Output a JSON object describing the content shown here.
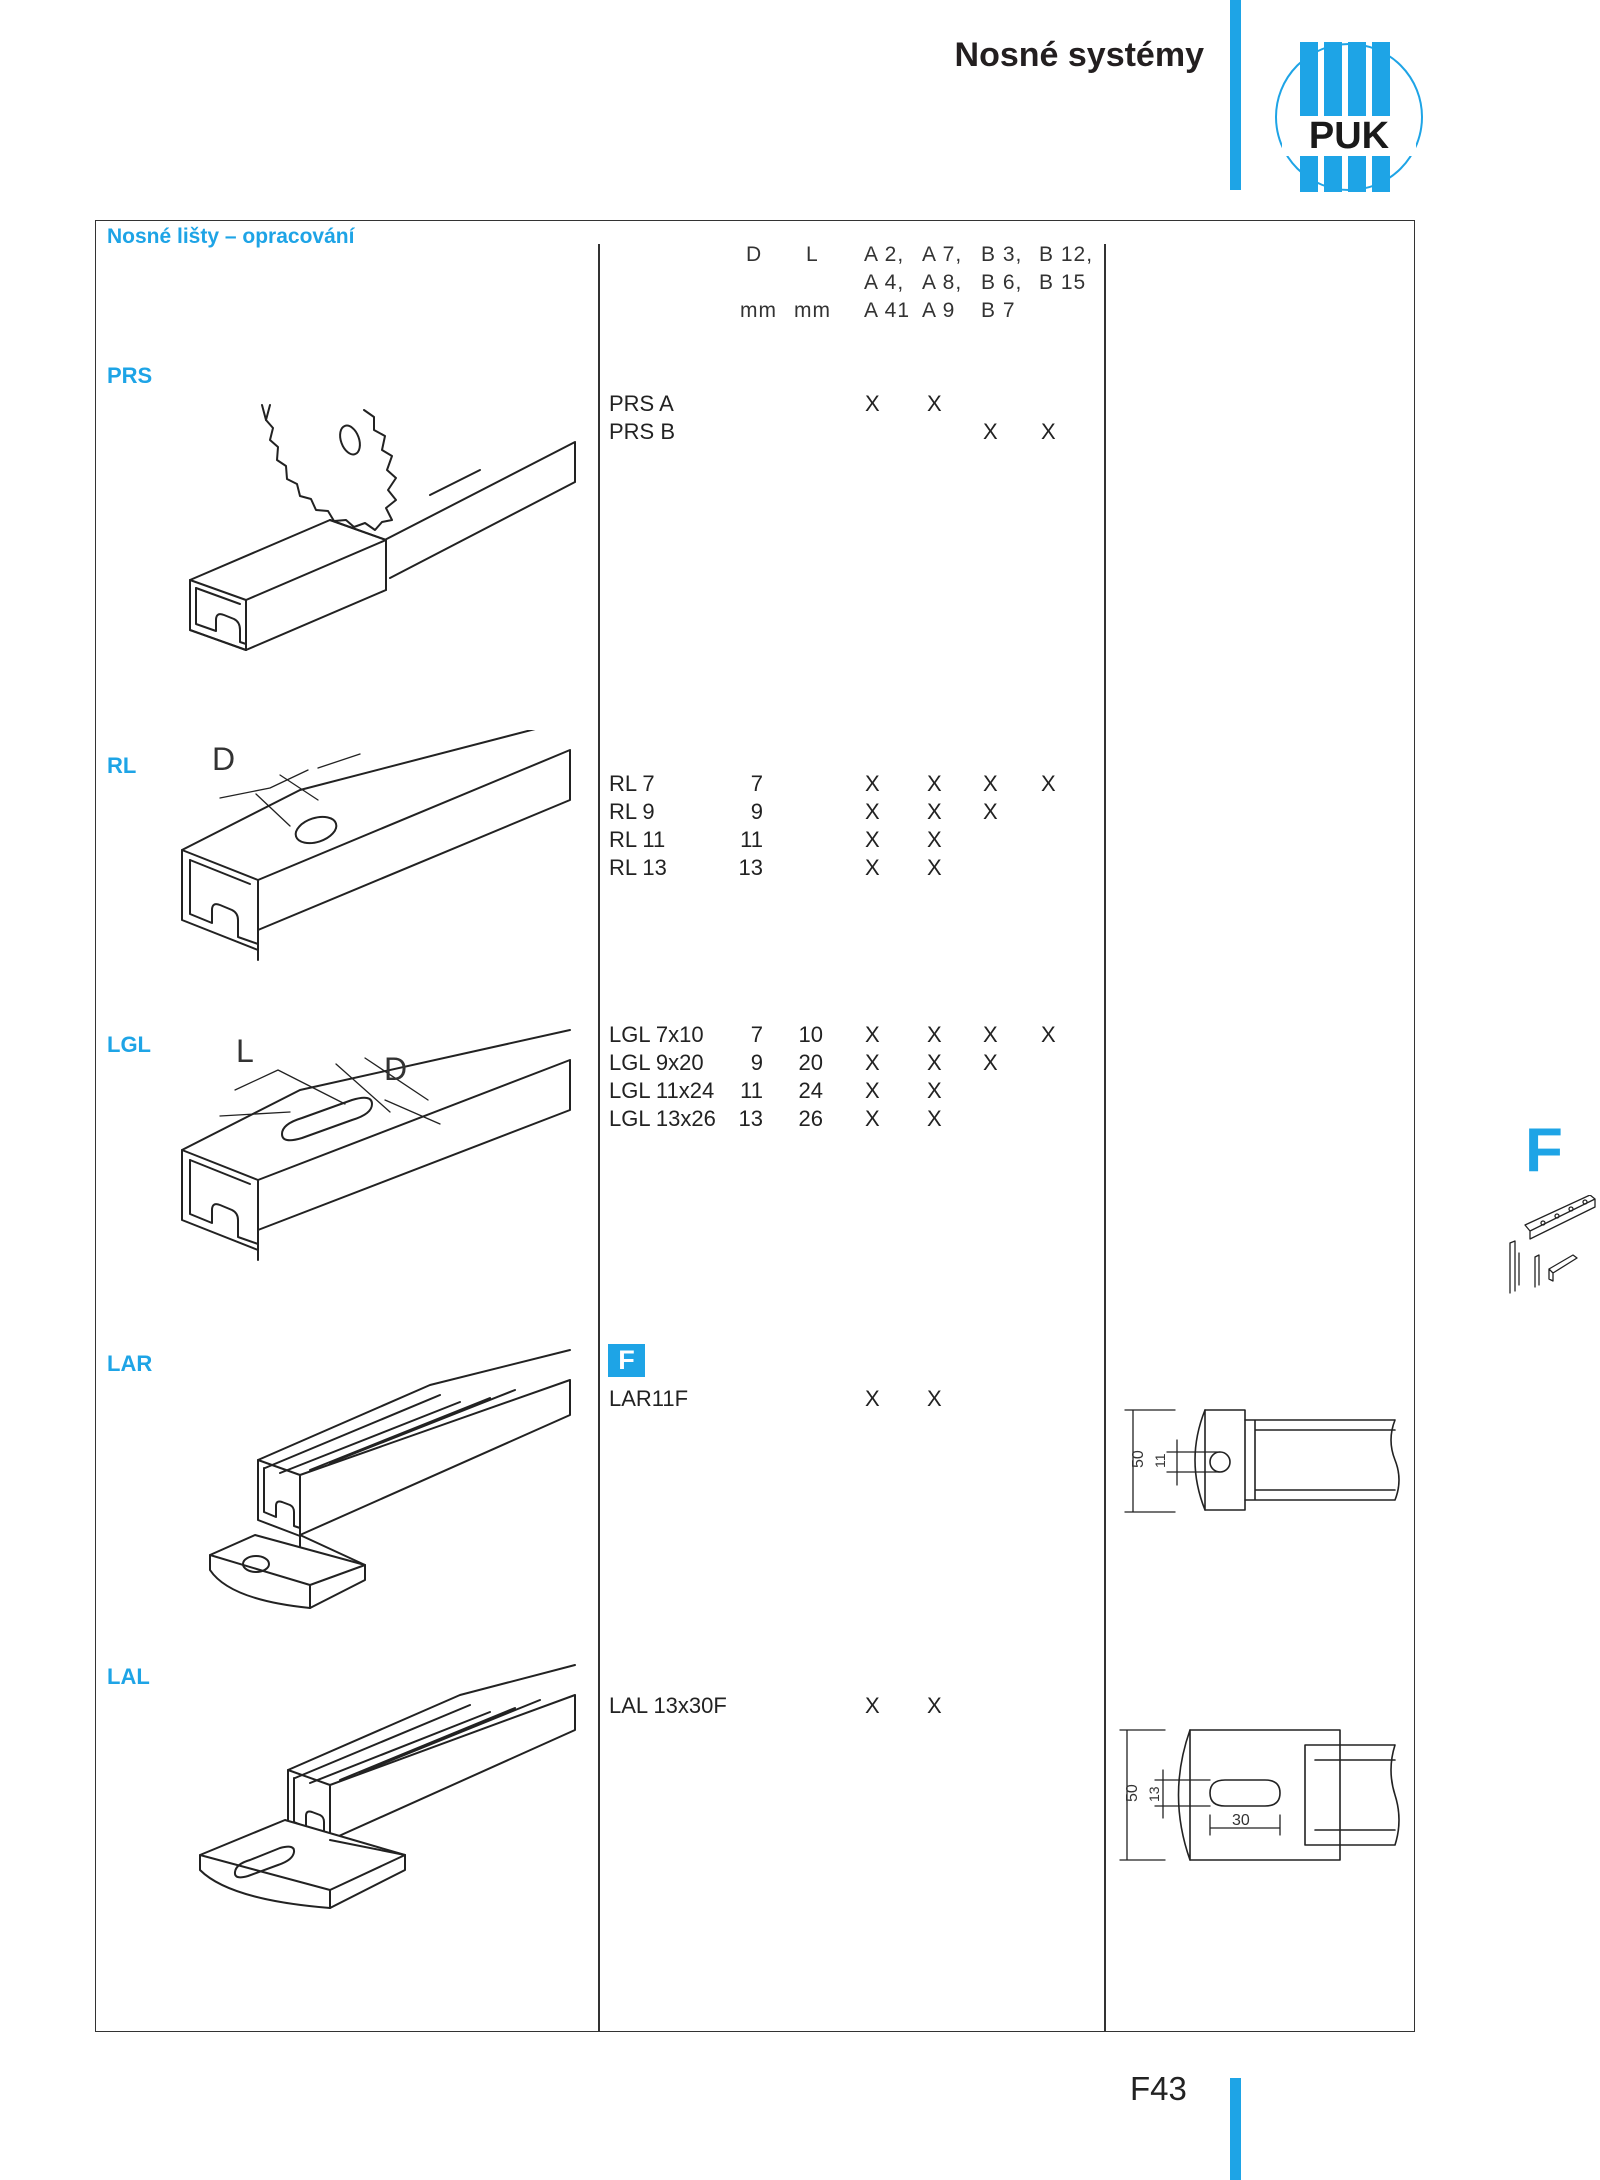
{
  "header": {
    "title": "Nosné systémy",
    "logo_text": "PUK"
  },
  "section_title": "Nosné lišty – opracování",
  "table_header": {
    "row1": [
      "D",
      "L",
      "A 2,",
      "A 7,",
      "B 3,",
      "B 12,"
    ],
    "row2": [
      "",
      "",
      "A 4,",
      "A 8,",
      "B 6,",
      "B 15"
    ],
    "row3": [
      "mm",
      "mm",
      "A 41",
      "A 9",
      "B 7",
      ""
    ]
  },
  "sections": [
    {
      "label": "PRS",
      "rows": [
        {
          "name": "PRS A",
          "d": "",
          "l": "",
          "x1": "X",
          "x2": "X",
          "x3": "",
          "x4": ""
        },
        {
          "name": "PRS B",
          "d": "",
          "l": "",
          "x1": "",
          "x2": "",
          "x3": "X",
          "x4": "X"
        }
      ]
    },
    {
      "label": "RL",
      "drawing_labels": [
        "D"
      ],
      "rows": [
        {
          "name": "RL 7",
          "d": "7",
          "l": "",
          "x1": "X",
          "x2": "X",
          "x3": "X",
          "x4": "X"
        },
        {
          "name": "RL 9",
          "d": "9",
          "l": "",
          "x1": "X",
          "x2": "X",
          "x3": "X",
          "x4": ""
        },
        {
          "name": "RL 11",
          "d": "11",
          "l": "",
          "x1": "X",
          "x2": "X",
          "x3": "",
          "x4": ""
        },
        {
          "name": "RL 13",
          "d": "13",
          "l": "",
          "x1": "X",
          "x2": "X",
          "x3": "",
          "x4": ""
        }
      ]
    },
    {
      "label": "LGL",
      "drawing_labels": [
        "L",
        "D"
      ],
      "rows": [
        {
          "name": "LGL 7x10",
          "d": "7",
          "l": "10",
          "x1": "X",
          "x2": "X",
          "x3": "X",
          "x4": "X"
        },
        {
          "name": "LGL 9x20",
          "d": "9",
          "l": "20",
          "x1": "X",
          "x2": "X",
          "x3": "X",
          "x4": ""
        },
        {
          "name": "LGL 11x24",
          "d": "11",
          "l": "24",
          "x1": "X",
          "x2": "X",
          "x3": "",
          "x4": ""
        },
        {
          "name": "LGL 13x26",
          "d": "13",
          "l": "26",
          "x1": "X",
          "x2": "X",
          "x3": "",
          "x4": ""
        }
      ]
    },
    {
      "label": "LAR",
      "badge": "F",
      "rows": [
        {
          "name": "LAR11F",
          "d": "",
          "l": "",
          "x1": "X",
          "x2": "X",
          "x3": "",
          "x4": ""
        }
      ],
      "dims": [
        "50",
        "11"
      ]
    },
    {
      "label": "LAL",
      "rows": [
        {
          "name": "LAL 13x30F",
          "d": "",
          "l": "",
          "x1": "X",
          "x2": "X",
          "x3": "",
          "x4": ""
        }
      ],
      "dims": [
        "50",
        "13",
        "30"
      ]
    }
  ],
  "side_tab": {
    "letter": "F"
  },
  "page_number": "F43",
  "colors": {
    "accent": "#1ea4e6",
    "ink": "#231f20"
  }
}
